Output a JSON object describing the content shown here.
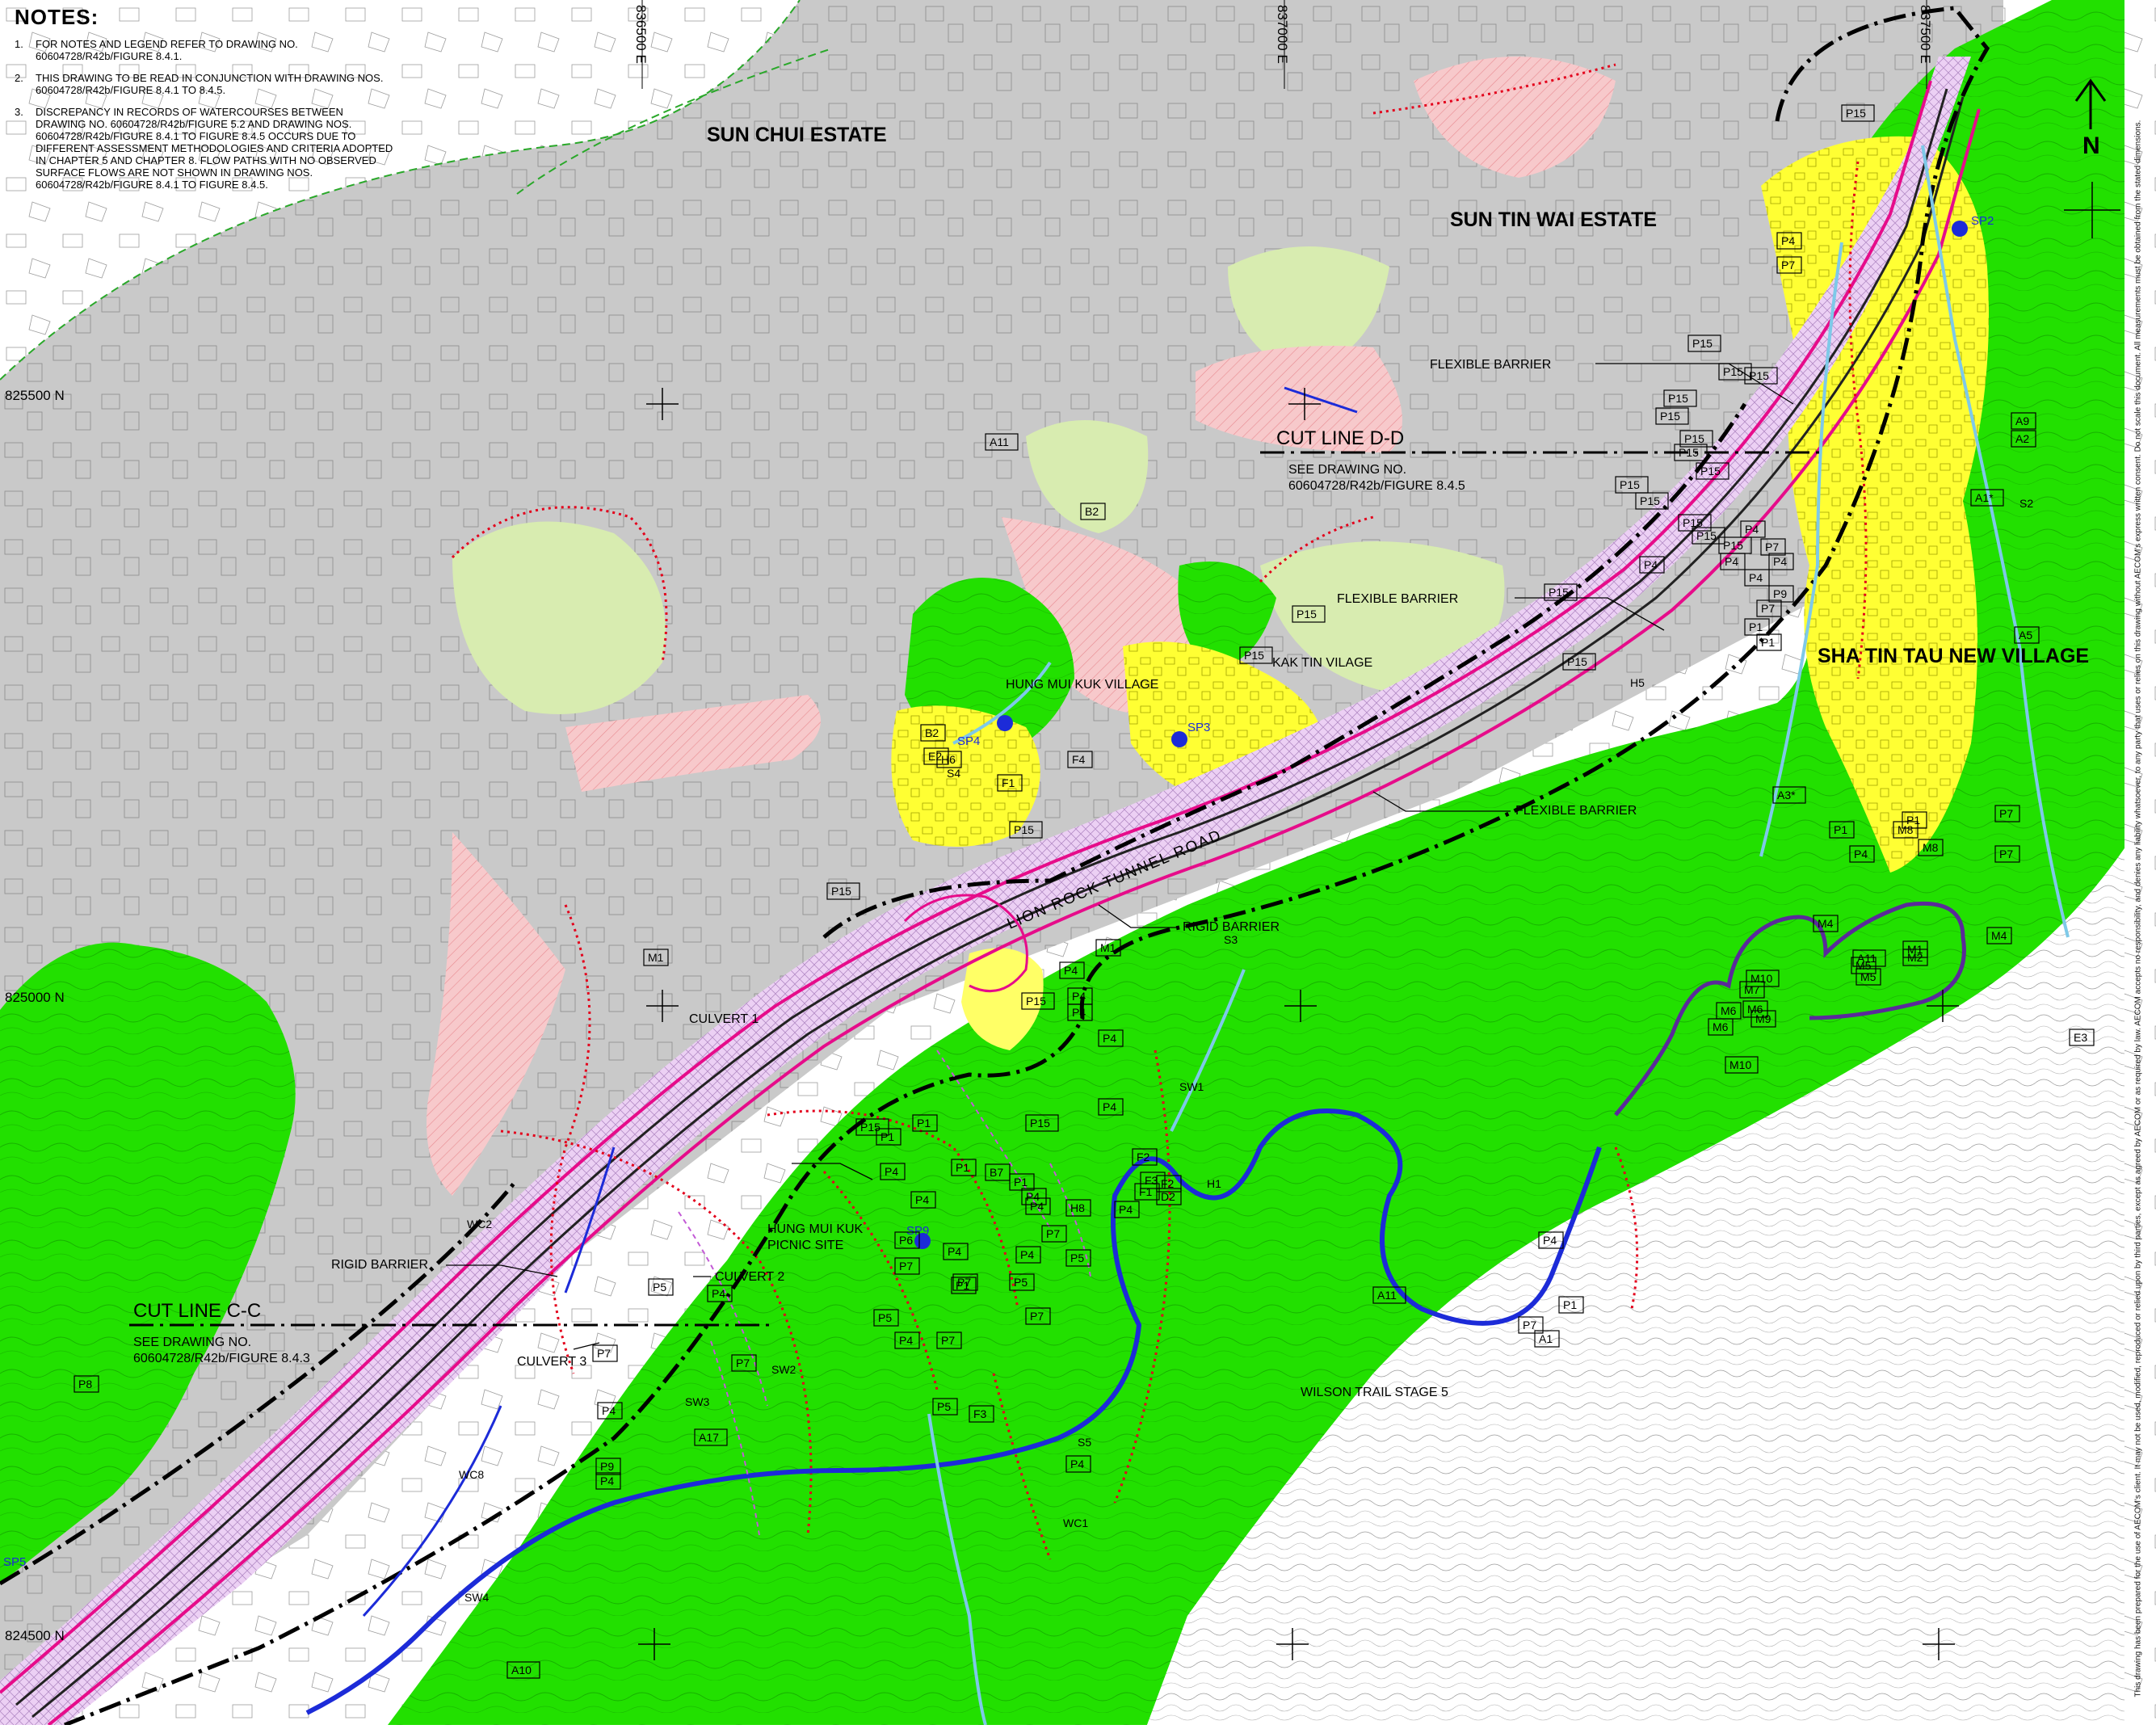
{
  "notes": {
    "title": "NOTES:",
    "items": [
      {
        "num": "1.",
        "text": "FOR NOTES AND LEGEND REFER TO DRAWING NO. 60604728/R42b/FIGURE 8.4.1."
      },
      {
        "num": "2.",
        "text": "THIS DRAWING TO BE READ IN CONJUNCTION WITH DRAWING NOS. 60604728/R42b/FIGURE 8.4.1 TO 8.4.5."
      },
      {
        "num": "3.",
        "text": "DISCREPANCY IN RECORDS OF WATERCOURSES BETWEEN DRAWING NO. 60604728/R42b/FIGURE 5.2 AND DRAWING NOS. 60604728/R42b/FIGURE 8.4.1 TO FIGURE 8.4.5 OCCURS DUE TO DIFFERENT ASSESSMENT METHODOLOGIES AND CRITERIA ADOPTED IN CHAPTER 5 AND CHAPTER 8. FLOW PATHS WITH NO OBSERVED SURFACE FLOWS ARE NOT SHOWN IN DRAWING NOS. 60604728/R42b/FIGURE 8.4.1 TO FIGURE 8.4.5."
      }
    ]
  },
  "grid": {
    "eastings": [
      "836500 E",
      "837000 E",
      "837500 E"
    ],
    "northings": [
      "825500 N",
      "825000 N",
      "824500 N"
    ]
  },
  "place_names": {
    "sun_chui": "SUN CHUI ESTATE",
    "sun_tin_wai": "SUN TIN WAI ESTATE",
    "sha_tin_tau": "SHA TIN TAU NEW VILLAGE",
    "hung_mui_kuk_village": "HUNG MUI KUK VILLAGE",
    "kak_tin": "KAK TIN VILAGE",
    "picnic_line1": "HUNG MUI KUK",
    "picnic_line2": "PICNIC SITE",
    "road": "LION ROCK TUNNEL ROAD",
    "wilson": "WILSON TRAIL STAGE 5"
  },
  "cut_lines": {
    "dd_title": "CUT LINE D-D",
    "dd_see": "SEE DRAWING NO.",
    "dd_ref": "60604728/R42b/FIGURE 8.4.5",
    "cc_title": "CUT LINE C-C",
    "cc_see": "SEE DRAWING NO.",
    "cc_ref": "60604728/R42b/FIGURE 8.4.3"
  },
  "callouts": {
    "flexible_1": "FLEXIBLE BARRIER",
    "flexible_2": "FLEXIBLE BARRIER",
    "flexible_3": "FLEXIBLE BARRIER",
    "rigid_1": "RIGID BARRIER",
    "rigid_2": "RIGID BARRIER",
    "culvert_1": "CULVERT 1",
    "culvert_2": "CULVERT 2",
    "culvert_3": "CULVERT 3"
  },
  "north": "N",
  "points": {
    "sp2": "SP2",
    "sp3": "SP3",
    "sp4": "SP4",
    "sp5": "SP5",
    "sp9": "SP9"
  },
  "streams": [
    "SW1",
    "SW2",
    "SW3",
    "SW4",
    "WC1",
    "WC2",
    "WC8",
    "S2",
    "S3",
    "S4",
    "S5",
    "H1",
    "H5"
  ],
  "boxed_labels": [
    "P15",
    "P15",
    "P15",
    "P15",
    "P15",
    "P15",
    "P15",
    "P15",
    "P15",
    "P15",
    "P15",
    "P15",
    "P15",
    "P15",
    "P15",
    "P15",
    "P15",
    "P15",
    "P15",
    "P15",
    "P15",
    "P15",
    "P15",
    "P4",
    "P7",
    "P4",
    "P7",
    "P4",
    "P4",
    "P4",
    "P4",
    "P9",
    "P7",
    "P1",
    "P1",
    "P7",
    "P7",
    "P4",
    "P1",
    "P1",
    "P4",
    "P4",
    "P4",
    "P4",
    "P4",
    "P1",
    "P1",
    "P1",
    "P1",
    "P4",
    "P4",
    "P4",
    "P7",
    "P4",
    "P4",
    "P4",
    "P6",
    "P4",
    "P7",
    "P1",
    "P7",
    "P5",
    "P5",
    "P5",
    "P4",
    "P7",
    "P7",
    "P5",
    "P4",
    "P7",
    "P5",
    "P4",
    "P7",
    "P4",
    "P9",
    "P4",
    "P4",
    "P1",
    "P7",
    "A1",
    "A1*",
    "A2",
    "A3*",
    "A5",
    "A9",
    "A10",
    "A11",
    "A11",
    "A11",
    "A17",
    "B2",
    "B2",
    "B7",
    "E2",
    "F1",
    "F2",
    "F3",
    "F1",
    "F2",
    "D2",
    "F3",
    "F4",
    "H6",
    "H8",
    "M1",
    "M1",
    "M1",
    "M2",
    "M4",
    "M4",
    "M5",
    "M5",
    "M6",
    "M6",
    "M6",
    "M7",
    "M8",
    "M8",
    "M9",
    "M10",
    "M10",
    "E3",
    "P8"
  ],
  "disclaimer": "This drawing has been prepared for the use of AECOM's client. It may not be used, modified, reproduced or relied upon by third parties, except as agreed by AECOM or as required by law. AECOM accepts no responsibility, and denies any liability whatsoever, to any party that uses or relies on this drawing without AECOM's express written consent. Do not scale this document. All measurements must be obtained from the stated dimensions.",
  "colors": {
    "vegetation": "#22e000",
    "village": "#ffff33",
    "urban": "#c6c6c6",
    "grassland": "#d8ecb0",
    "pink_zone": "#f5b8bc",
    "road_hatch": "#e9c8f2",
    "trail": "#1c2bd8",
    "boundary_red": "#e3001b",
    "water": "#7ec9e8"
  }
}
